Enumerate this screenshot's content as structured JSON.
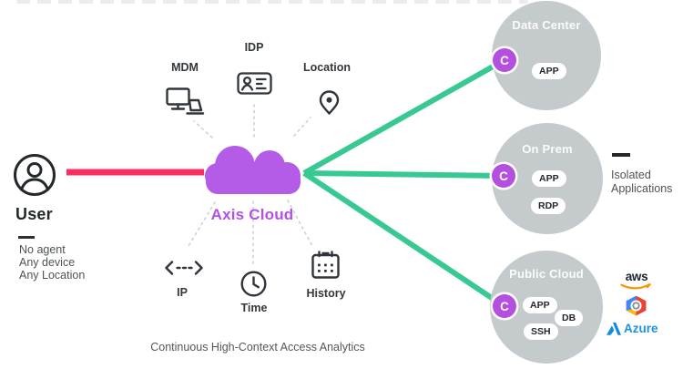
{
  "colors": {
    "purple": "#b44fe0",
    "pink": "#fb2e62",
    "green": "#38c993",
    "circle_gray": "#c5cacd",
    "icon_dark": "#2f353a",
    "text_gray": "#4e5356",
    "azure_blue": "#1a94e0",
    "aws_orange": "#f79400"
  },
  "user": {
    "label": "User",
    "attributes": [
      "No agent",
      "Any device",
      "Any Location"
    ]
  },
  "cloud": {
    "label": "Axis Cloud"
  },
  "context": {
    "mdm": "MDM",
    "idp": "IDP",
    "location": "Location",
    "ip": "IP",
    "time": "Time",
    "history": "History"
  },
  "destinations": [
    {
      "name": "Data Center",
      "badge": "C",
      "services": [
        "APP"
      ]
    },
    {
      "name": "On Prem",
      "badge": "C",
      "services": [
        "APP",
        "RDP"
      ]
    },
    {
      "name": "Public Cloud",
      "badge": "C",
      "services": [
        "APP",
        "DB",
        "SSH"
      ]
    }
  ],
  "isolated": {
    "line1": "Isolated",
    "line2": "Applications"
  },
  "logos": {
    "aws": "aws",
    "azure": "Azure"
  },
  "caption": "Continuous High-Context Access Analytics"
}
